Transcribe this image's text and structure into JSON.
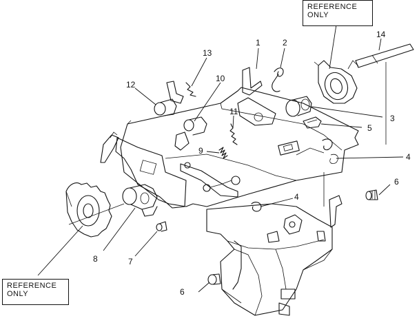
{
  "reference_labels": {
    "top_right": [
      "REFERENCE",
      "ONLY"
    ],
    "bottom_left": [
      "REFERENCE",
      "ONLY"
    ]
  },
  "callouts": {
    "c1": "1",
    "c2": "2",
    "c3": "3",
    "c4a": "4",
    "c4b": "4",
    "c5": "5",
    "c6a": "6",
    "c6b": "6",
    "c7": "7",
    "c8": "8",
    "c9": "9",
    "c10": "10",
    "c11": "11",
    "c12": "12",
    "c13": "13",
    "c14": "14"
  }
}
